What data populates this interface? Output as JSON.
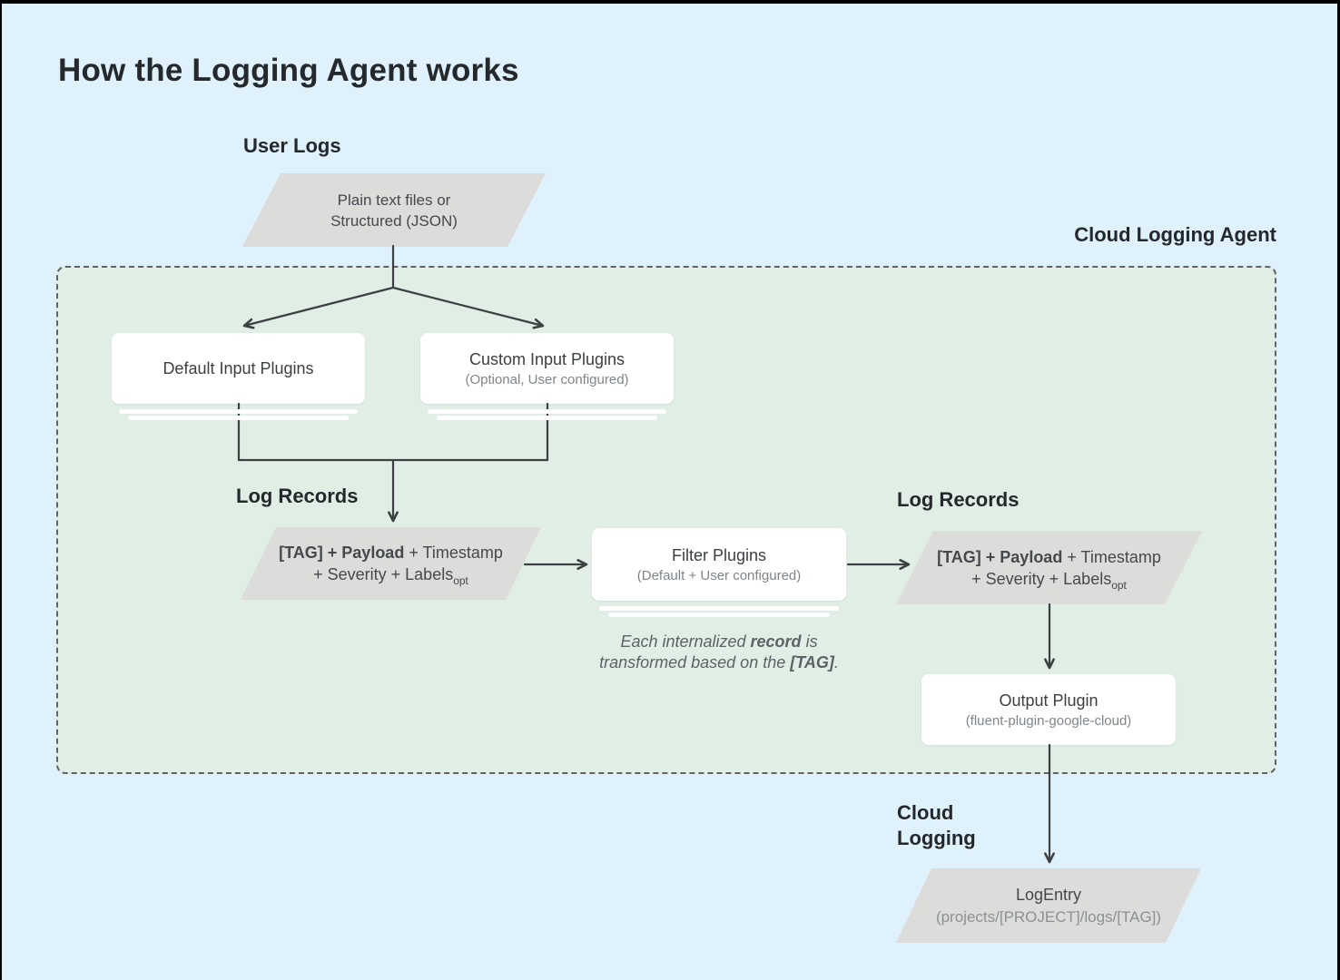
{
  "title": "How the Logging Agent works",
  "zone": {
    "label": "Cloud Logging Agent"
  },
  "labels": {
    "user_logs": "User Logs",
    "log_records_left": "Log Records",
    "log_records_right": "Log Records",
    "cloud_logging_line1": "Cloud",
    "cloud_logging_line2": "Logging"
  },
  "nodes": {
    "input_source": {
      "line1": "Plain text files or",
      "line2": "Structured (JSON)"
    },
    "default_input": {
      "title": "Default Input Plugins"
    },
    "custom_input": {
      "title": "Custom Input Plugins",
      "subtitle": "(Optional, User configured)"
    },
    "record_left": {
      "bold": "[TAG] + Payload",
      "rest": " + Timestamp",
      "line2": "+ Severity + Labels",
      "subscript": "opt"
    },
    "filter_plugins": {
      "title": "Filter Plugins",
      "subtitle": "(Default + User configured)"
    },
    "record_right": {
      "bold": "[TAG] + Payload",
      "rest": " + Timestamp",
      "line2": "+ Severity + Labels",
      "subscript": "opt"
    },
    "output_plugin": {
      "title": "Output Plugin",
      "subtitle": "(fluent-plugin-google-cloud)"
    },
    "log_entry": {
      "title": "LogEntry",
      "subtitle": "(projects/[PROJECT]/logs/[TAG])"
    }
  },
  "note": {
    "l1a": "Each internalized ",
    "l1b": "record",
    "l1c": " is",
    "l2a": "transformed based on the ",
    "l2b": "[TAG]",
    "l2c": "."
  },
  "colors": {
    "canvas_blue": "#dff1fb",
    "agent_zone_green": "#e0eee5",
    "shape_gray": "#dcdcda",
    "card_white": "#ffffff",
    "connector_dark": "#3c4043",
    "dashed_border_gray": "#5f6368",
    "text_dark": "#24282c",
    "text_body": "#45494d",
    "text_muted": "#7f858a"
  }
}
